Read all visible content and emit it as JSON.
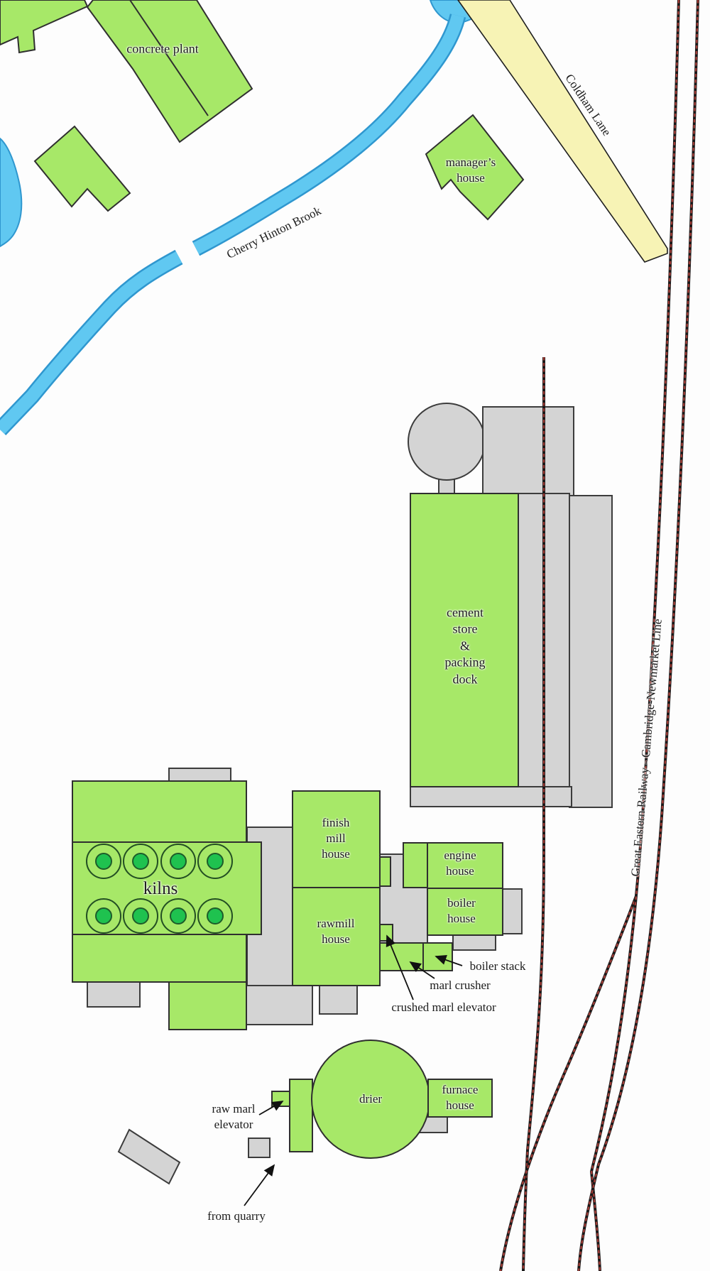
{
  "map": {
    "labels": {
      "concrete_plant": "concrete plant",
      "cherry_hinton_brook": "Cherry Hinton Brook",
      "coldham_lane": "Coldham Lane",
      "managers_house": "manager’s\nhouse",
      "railway_line": "Great Eastern Railway - Cambridge-Newmarket Line",
      "cement_store": "cement\nstore\n&\npacking\ndock",
      "kilns": "kilns",
      "finish_mill_house": "finish\nmill\nhouse",
      "rawmill_house": "rawmill\nhouse",
      "engine_house": "engine\nhouse",
      "boiler_house": "boiler\nhouse",
      "boiler_stack": "boiler stack",
      "marl_crusher": "marl crusher",
      "crushed_marl_elevator": "crushed marl elevator",
      "drier": "drier",
      "furnace_house": "furnace\nhouse",
      "raw_marl_elevator": "raw marl\nelevator",
      "from_quarry": "from quarry"
    },
    "colors": {
      "building_green": "#a7e868",
      "structure_gray": "#d4d4d4",
      "water_blue": "#60c8f1",
      "water_edge_blue": "#2f97cf",
      "road_yellow": "#f7f3b5",
      "rail_red": "#a03c36",
      "rail_base": "#1a1a1a",
      "kiln_inner_green": "#1fc24f",
      "outline_dark": "#2f2f2f"
    }
  }
}
